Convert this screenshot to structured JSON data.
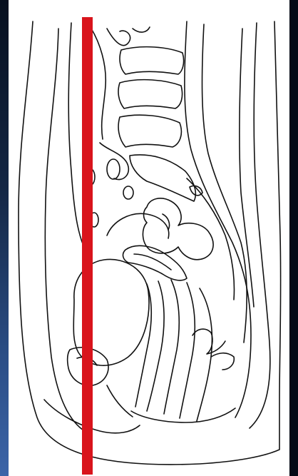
{
  "figure": {
    "kind": "line-drawing",
    "subject": "sagittal-pelvis",
    "line_color": "#111111",
    "background_color": "#ffffff",
    "frame_color": "#050a16",
    "frame_accent_color": "#3b64a8",
    "marker": {
      "color": "#d9141c",
      "orientation": "vertical"
    }
  }
}
